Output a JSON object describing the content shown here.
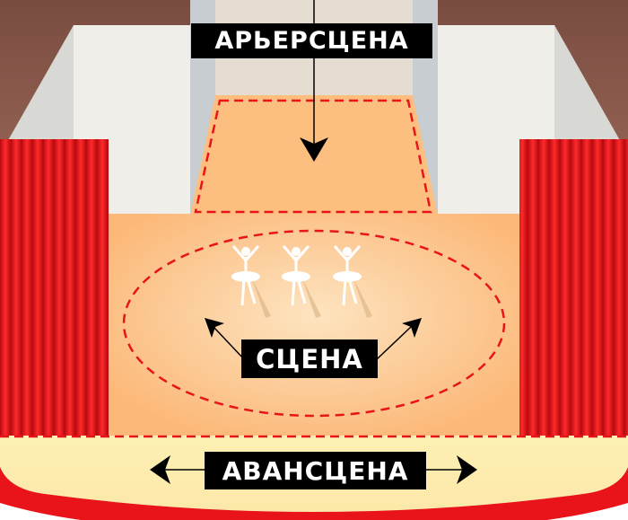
{
  "labels": {
    "backstage": "АРЬЕРСЦЕНА",
    "stage": "СЦЕНА",
    "proscenium": "АВАНСЦЕНА"
  },
  "colors": {
    "curtain": "#e8141a",
    "floor": "#fdbf80",
    "apron": "#fdf0b4",
    "dash": "#e8141a",
    "wall": "#efeee8",
    "ceiling": "#8c5c4c"
  }
}
